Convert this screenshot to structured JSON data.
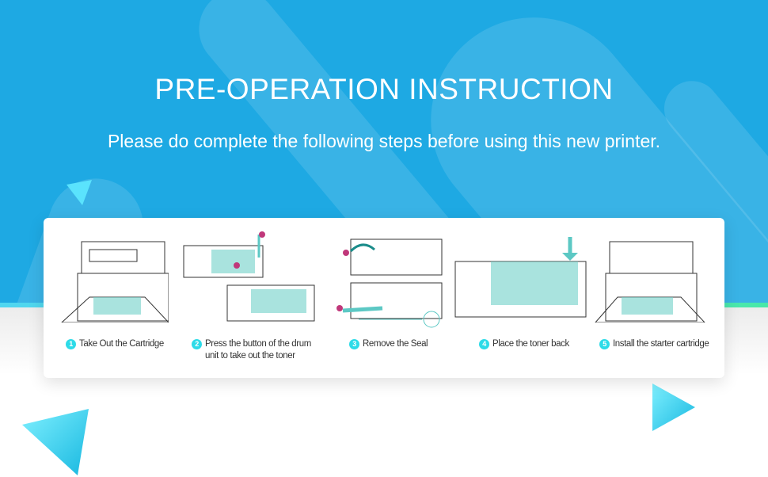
{
  "header": {
    "title": "PRE-OPERATION INSTRUCTION",
    "subtitle": "Please do complete the following steps before using this new printer."
  },
  "steps": [
    {
      "num": "1",
      "label": "Take Out the Cartridge"
    },
    {
      "num": "2",
      "label": "Press the button of the drum unit to take out the toner"
    },
    {
      "num": "3",
      "label": "Remove the Seal"
    },
    {
      "num": "4",
      "label": "Place the toner back"
    },
    {
      "num": "5",
      "label": "Install the starter cartridge"
    }
  ],
  "colors": {
    "background": "#1ea9e3",
    "accent": "#2ddbe8",
    "teal": "#5cc8c4",
    "marker": "#c0387a"
  }
}
